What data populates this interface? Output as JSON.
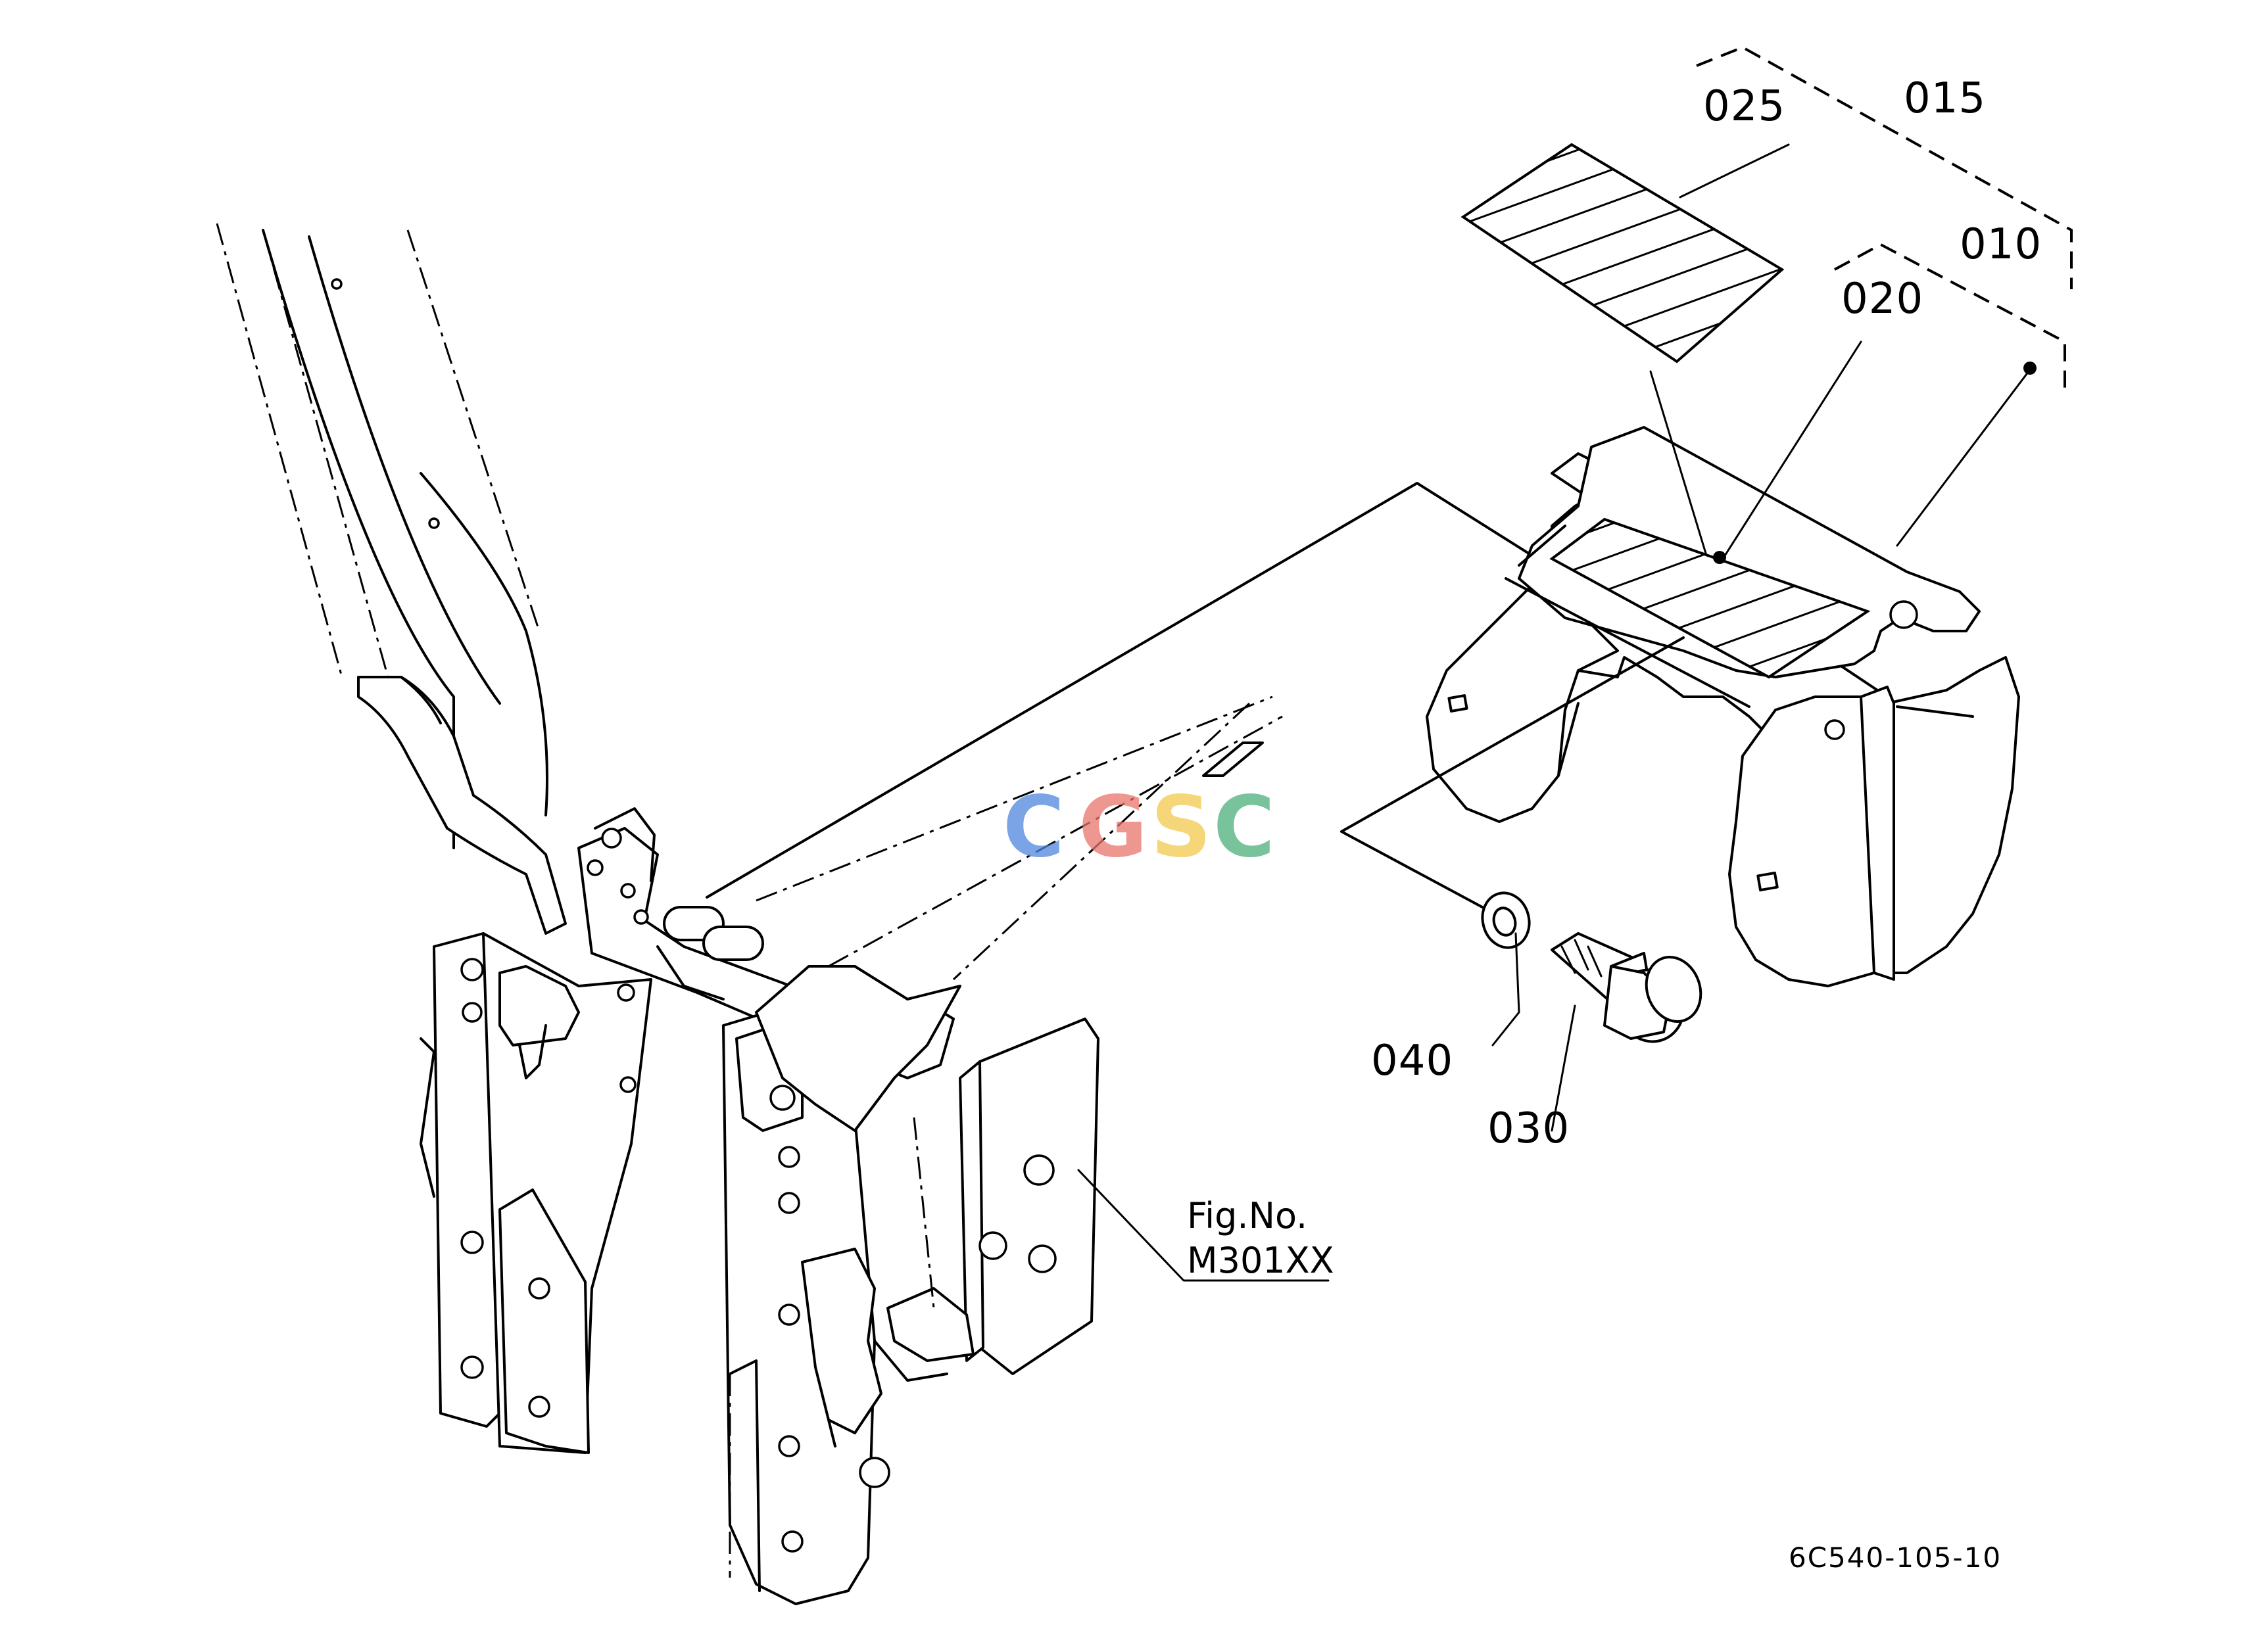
{
  "callouts": [
    {
      "id": "p025",
      "text": "025"
    },
    {
      "id": "p015",
      "text": "015"
    },
    {
      "id": "p010",
      "text": "010"
    },
    {
      "id": "p020",
      "text": "020"
    },
    {
      "id": "p040",
      "text": "040"
    },
    {
      "id": "p030",
      "text": "030"
    }
  ],
  "figure_reference": {
    "line1": "Fig.No.",
    "line2": "M301XX"
  },
  "drawing_code": "6C540-105-10",
  "watermark": {
    "letters": [
      "C",
      "G",
      "S",
      "C"
    ],
    "colors": [
      "#4f86e0",
      "#e8756b",
      "#f2c94c",
      "#4caf7a"
    ]
  }
}
